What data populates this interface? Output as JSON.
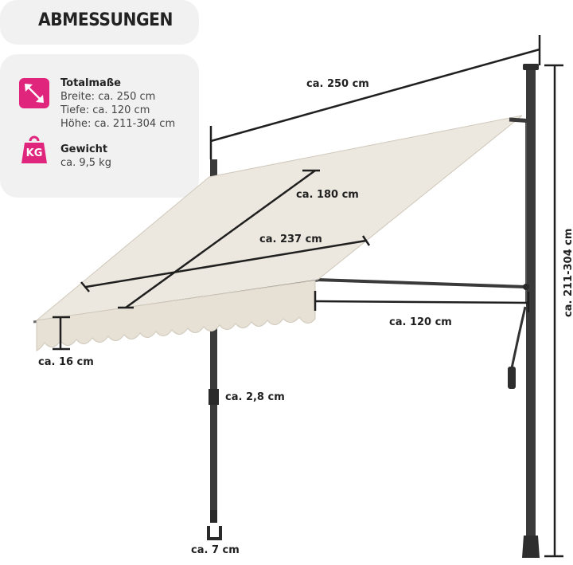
{
  "header": {
    "title": "ABMESSUNGEN"
  },
  "specs": {
    "total": {
      "icon": "diagonal-arrow-icon",
      "heading": "Totalmaße",
      "lines": [
        "Breite: ca. 250 cm",
        "Tiefe: ca. 120 cm",
        "Höhe: ca. 211-304 cm"
      ]
    },
    "weight": {
      "icon": "weight-icon",
      "icon_text": "KG",
      "heading": "Gewicht",
      "lines": [
        "ca. 9,5 kg"
      ]
    }
  },
  "dimensions": {
    "width": "ca. 250 cm",
    "diagonal_depth": "ca. 180 cm",
    "diagonal_width": "ca. 237 cm",
    "depth": "ca. 120 cm",
    "height": "ca. 211-304 cm",
    "valance": "ca. 16 cm",
    "pole_diameter": "ca. 2,8 cm",
    "foot_width": "ca. 7 cm"
  },
  "colors": {
    "accent": "#e0257d",
    "fabric": "#ede8df",
    "frame": "#3a3a3a",
    "card": "#f1f1f1"
  }
}
